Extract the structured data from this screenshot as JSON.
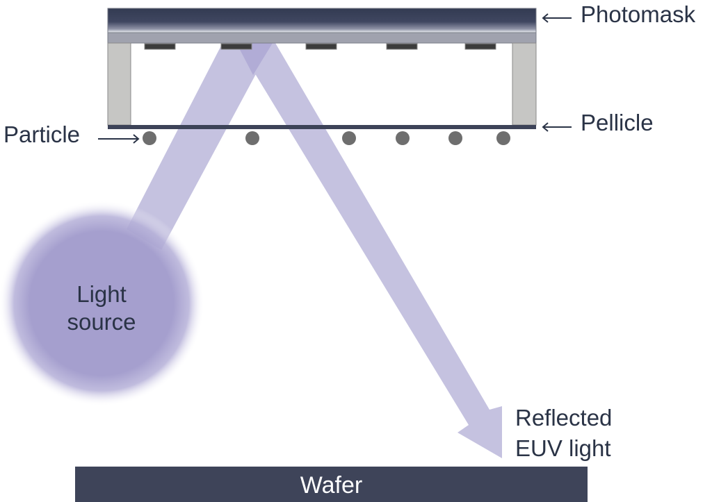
{
  "diagram": {
    "title": "EUV lithography with photomask and pellicle",
    "labels": {
      "photomask": "Photomask",
      "pellicle": "Pellicle",
      "particle": "Particle",
      "light_source_line1": "Light",
      "light_source_line2": "source",
      "reflected_line1": "Reflected",
      "reflected_line2": "EUV light",
      "wafer": "Wafer"
    },
    "components": {
      "absorber_count": 5,
      "particle_count": 6
    },
    "colors": {
      "photomask_dark": "#333b52",
      "photomask_grey": "#a0a2ae",
      "absorber": "#3c3c3c",
      "frame": "#c6c6c4",
      "pellicle": "#3d4358",
      "particle": "#6e6e6e",
      "beam": "#c5c2e0",
      "beam_overlap": "#b1acd6",
      "light_source": "#a59fce",
      "wafer": "#3e4459",
      "text": "#2a3346"
    }
  }
}
